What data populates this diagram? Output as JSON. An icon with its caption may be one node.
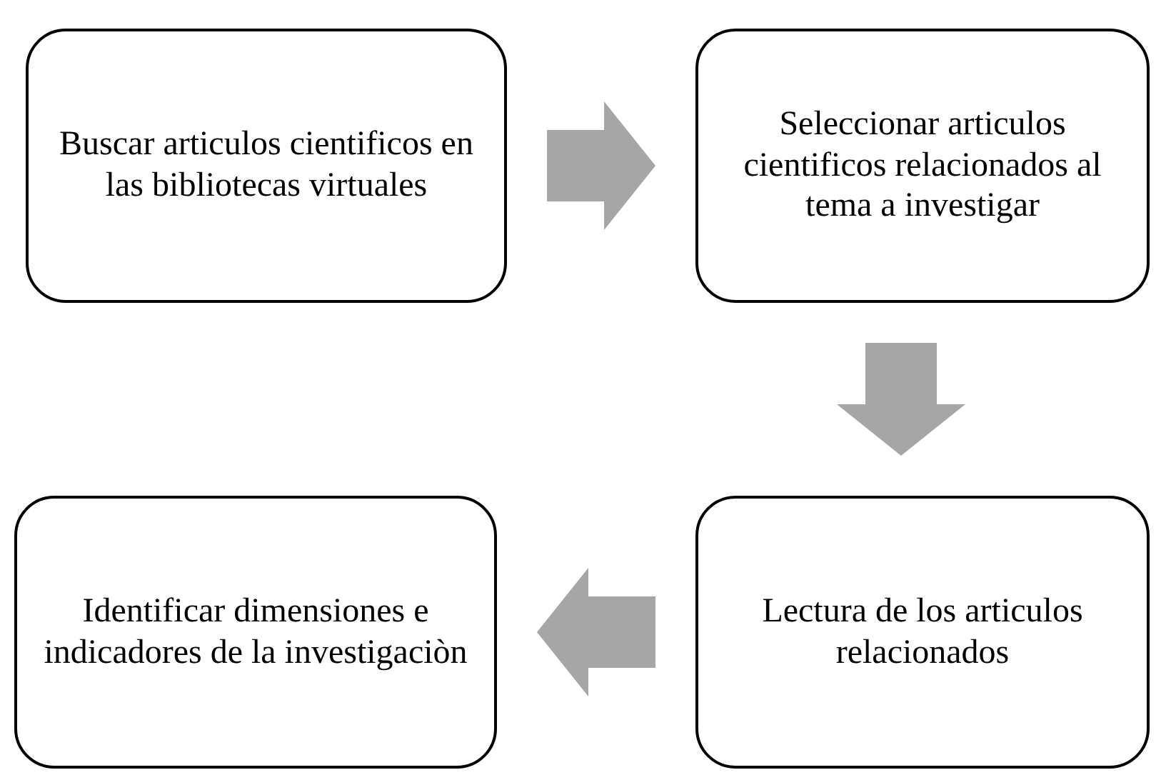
{
  "diagram": {
    "nodes": [
      {
        "text": [
          "Buscar articulos cientificos en las bibliotecas virtuales"
        ]
      },
      {
        "text": [
          "Seleccionar articulos cientificos relacionados al tema a investigar"
        ]
      },
      {
        "text": [
          "Lectura de los articulos relacionados"
        ]
      },
      {
        "text": [
          "Identificar dimensiones e indicadores de la investigaciòn"
        ]
      }
    ],
    "edges": [
      {
        "from": 0,
        "to": 1,
        "arrow": "to"
      },
      {
        "from": 1,
        "to": 2,
        "arrow": "to"
      },
      {
        "from": 2,
        "to": 3,
        "arrow": "to"
      }
    ]
  }
}
